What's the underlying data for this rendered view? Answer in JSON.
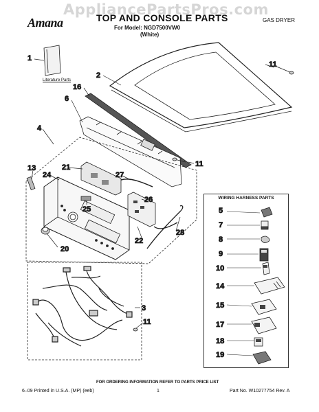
{
  "header": {
    "watermark": "AppliancePartsPros.com",
    "brand": "Amana",
    "title": "TOP AND CONSOLE PARTS",
    "model_line": "For Model: NGD7500VW0",
    "color": "(White)",
    "product": "GAS DRYER"
  },
  "literature_label": "Literature Parts",
  "callouts": {
    "c1": "1",
    "c2": "2",
    "c3": "3",
    "c4": "4",
    "c5": "5",
    "c6": "6",
    "c7": "7",
    "c8": "8",
    "c9": "9",
    "c10": "10",
    "c11a": "11",
    "c11b": "11",
    "c11c": "11",
    "c13": "13",
    "c14": "14",
    "c15": "15",
    "c16": "16",
    "c17": "17",
    "c18": "18",
    "c19": "19",
    "c20": "20",
    "c21": "21",
    "c22": "22",
    "c24": "24",
    "c25": "25",
    "c26": "26",
    "c27": "27",
    "c28": "28"
  },
  "wiring_harness": {
    "title": "WIRING HARNESS PARTS"
  },
  "footer": {
    "note": "FOR ORDERING INFORMATION REFER TO PARTS PRICE LIST",
    "printed": "6–09 Printed in U.S.A. (MP) (eeb)",
    "page": "1",
    "part_no": "Part No. W10277754 Rev. A"
  }
}
